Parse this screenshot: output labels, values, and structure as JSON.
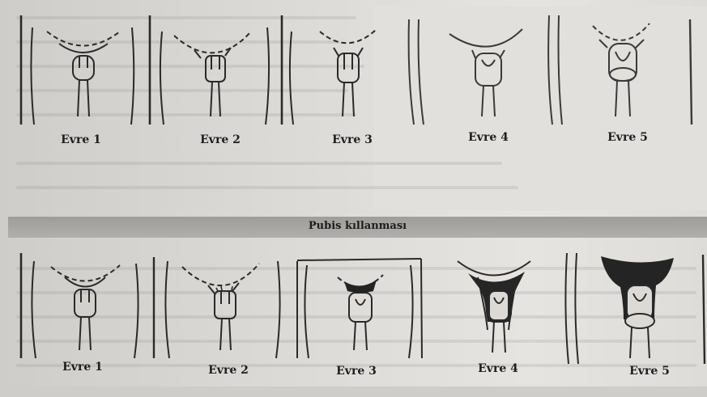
{
  "section_title": "Pubis kıllanması",
  "top_row": {
    "captions": [
      "Evre 1",
      "Evre 2",
      "Evre 3",
      "Evre 4",
      "Evre 5"
    ]
  },
  "bottom_row": {
    "captions": [
      "Evre 1",
      "Evre 2",
      "Evre 3",
      "Evre 4",
      "Evre 5"
    ]
  },
  "colors": {
    "ink": "#2a2a2a",
    "hair": "#2b2b2b",
    "band": "#a8a6a2"
  }
}
